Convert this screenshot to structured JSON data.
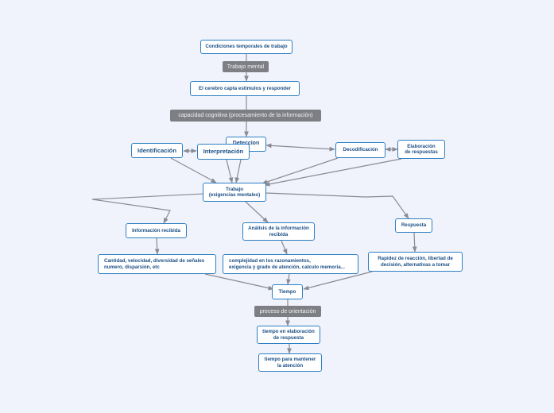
{
  "colors": {
    "background": "#f0f3fb",
    "node_border": "#2d7fc3",
    "node_text": "#1b4f86",
    "tag_fill": "#7d7f84",
    "connector": "#8a8a94"
  },
  "nodes": {
    "condiciones": "Condiciones temporales de trabajo",
    "cerebro": "El cerebro capta estimulos y responder",
    "deteccion": "Deteccion",
    "identificacion": "Identificación",
    "interpretacion": "Interpretación",
    "decodificacion": "Decodificación",
    "elaboracion": "Elaboración\nde respuestas",
    "trabajo": "Trabajo\n(exigencias mentales)",
    "info_recibida": "Información recibida",
    "analisis": "Análisis de la información\nrecibida",
    "respuesta": "Respuesta",
    "cantidad": "Cantidad, velocidad, diversidad de señales\nnumero, disparsión, etc",
    "complejidad": "complejidad en los razonamientos,\nexigencia y grado de atención, calculo memoria...",
    "rapidez": "Rapidez de reacción, libertad de\ndecisión, alternativas a tomar",
    "tiempo": "Tiempo",
    "tiempo_elaboracion": "tiempo en elaboración\nde respuesta",
    "tiempo_atencion": "tiempo para mantener\nla atención"
  },
  "tags": {
    "trabajo_mental": "Trabajo mental",
    "capacidad_cognitiva": "capacidad cognitiva (procesamiento de la información)",
    "proceso_orientacion": "proceso de orientación"
  }
}
